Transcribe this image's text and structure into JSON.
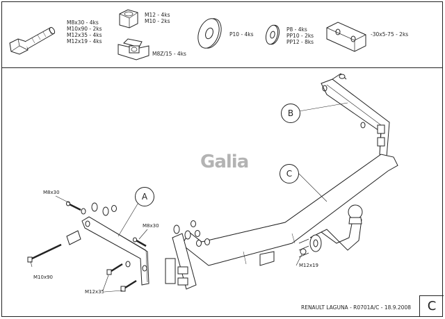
{
  "parts": {
    "bolt": "M8x30 - 4ks\nM10x90 - 2ks\nM12x35 - 4ks\nM12x19 - 4ks",
    "nut": "M12 - 4ks\nM10 - 2ks",
    "cage_nut": "M8Z/15 - 4ks",
    "washer_large": "P10 - 4ks",
    "washer_small": "P8 - 4ks\nPP10 - 2ks\nPP12 - 8ks",
    "plate": "-30x5-75 - 2ks"
  },
  "callouts": {
    "a": "A",
    "b": "B",
    "c": "C"
  },
  "drawing_labels": {
    "m8x30_top": "M8x30",
    "m8x30_mid": "M8x30",
    "m10x90": "M10x90",
    "m12x35": "M12x35",
    "m12x19": "M12x19"
  },
  "logo": "Galia",
  "title_block": "RENAULT LAGUNA - R0701A/C - 18.9.2008",
  "sheet_letter": "C"
}
